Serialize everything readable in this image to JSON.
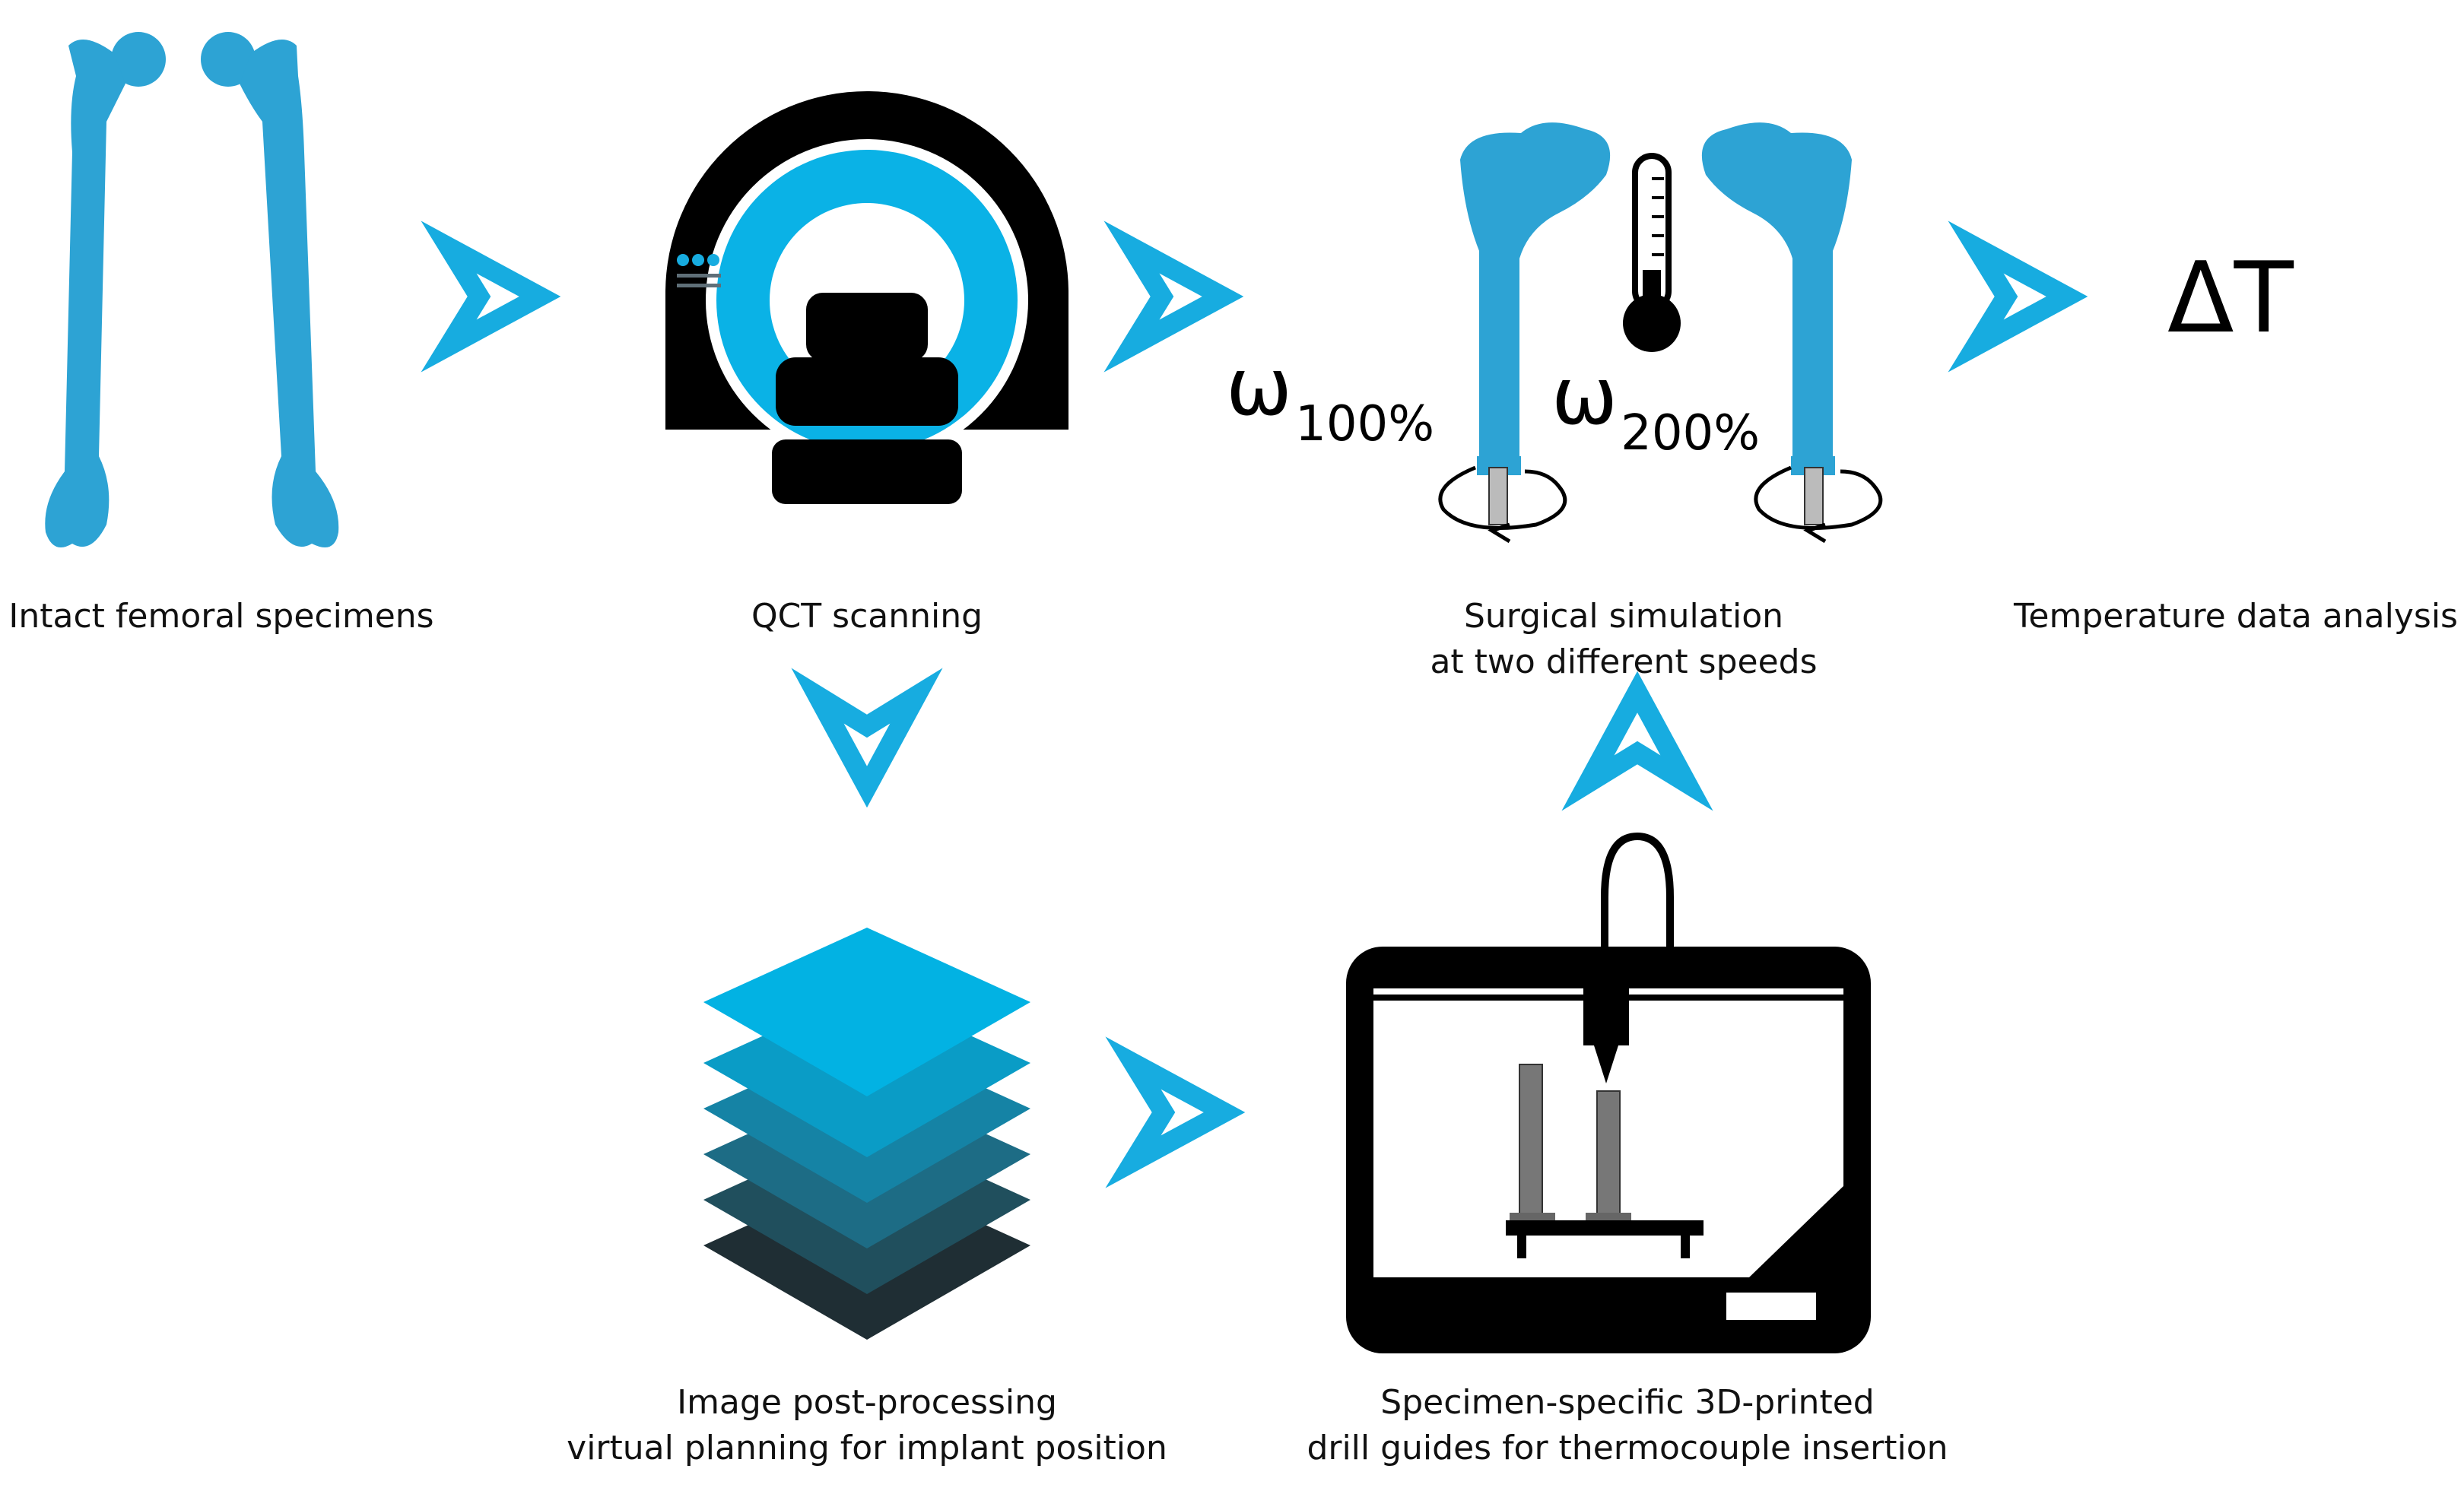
{
  "colors": {
    "accent": "#17ace0",
    "bone": "#2da3d4",
    "black": "#000000",
    "layers": [
      "#02b2e3",
      "#0a9cc6",
      "#1583a5",
      "#1d6c85",
      "#204f5d",
      "#1f2e34"
    ]
  },
  "icons": {
    "femurs": "femur-bones-icon",
    "scanner": "ct-scanner-icon",
    "thermometer": "thermometer-icon",
    "layers": "image-layers-icon",
    "printer": "3d-printer-icon",
    "arrow": "chevron-arrow-icon"
  },
  "steps": {
    "specimens": "Intact femoral specimens",
    "scanning": "QCT scanning",
    "simulation_line1": "Surgical simulation",
    "simulation_line2": "at two different speeds",
    "analysis": "Temperature data analysis",
    "processing_line1": "Image post-processing",
    "processing_line2": "virtual planning for implant position",
    "printing_line1": "Specimen-specific 3D-printed",
    "printing_line2": "drill guides for thermocouple insertion"
  },
  "speeds": {
    "symbol": "ω",
    "low": "100%",
    "high": "200%"
  },
  "delta_t": "ΔT"
}
